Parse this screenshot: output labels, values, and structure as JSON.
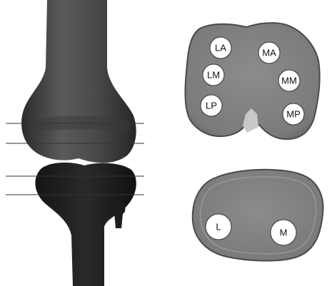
{
  "femur_sections": {
    "markers": [
      {
        "id": "la",
        "label": "LA"
      },
      {
        "id": "ma",
        "label": "MA"
      },
      {
        "id": "lm",
        "label": "LM"
      },
      {
        "id": "mm",
        "label": "MM"
      },
      {
        "id": "lp",
        "label": "LP"
      },
      {
        "id": "mp",
        "label": "MP"
      }
    ]
  },
  "tibia_section": {
    "markers": [
      {
        "id": "l",
        "label": "L"
      },
      {
        "id": "m",
        "label": "M"
      }
    ]
  }
}
